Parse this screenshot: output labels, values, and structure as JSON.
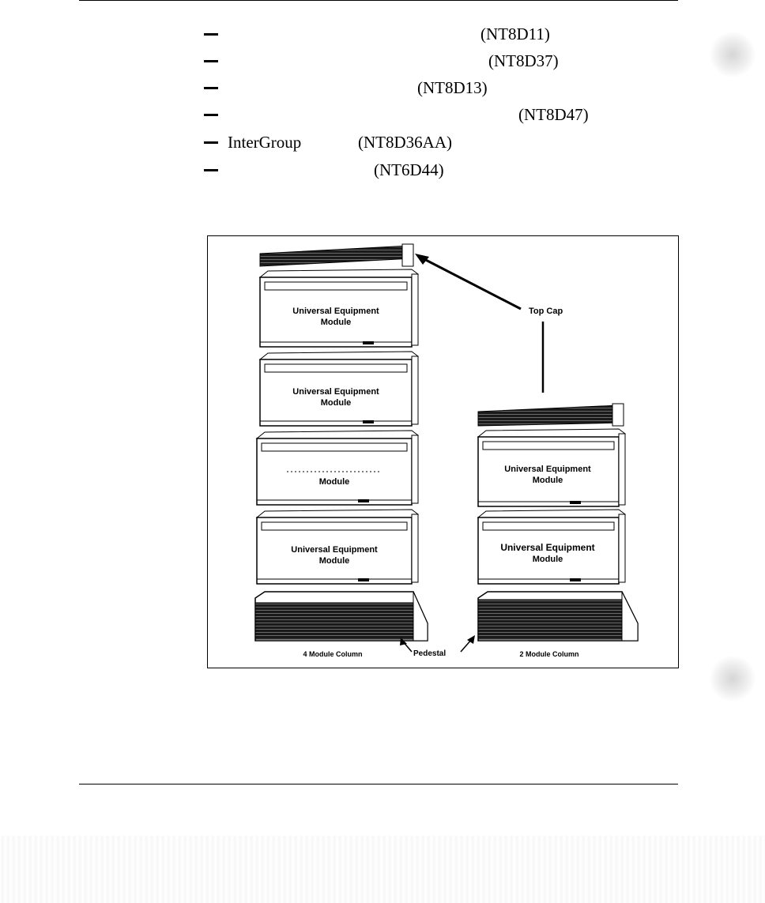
{
  "list": [
    {
      "word": "",
      "code": "(NT8D11)"
    },
    {
      "word": "",
      "code": "(NT8D37)"
    },
    {
      "word": "",
      "code": "(NT8D13)"
    },
    {
      "word": "",
      "code": "(NT8D47)"
    },
    {
      "word": "InterGroup",
      "code": "(NT8D36AA)"
    },
    {
      "word": "",
      "code": "(NT6D44)"
    }
  ],
  "figure": {
    "module_label_line1": "Universal Equipment",
    "module_label_line2": "Module",
    "top_cap": "Top Cap",
    "pedestal": "Pedestal",
    "left_column": "4 Module Column",
    "right_column": "2 Module Column"
  }
}
